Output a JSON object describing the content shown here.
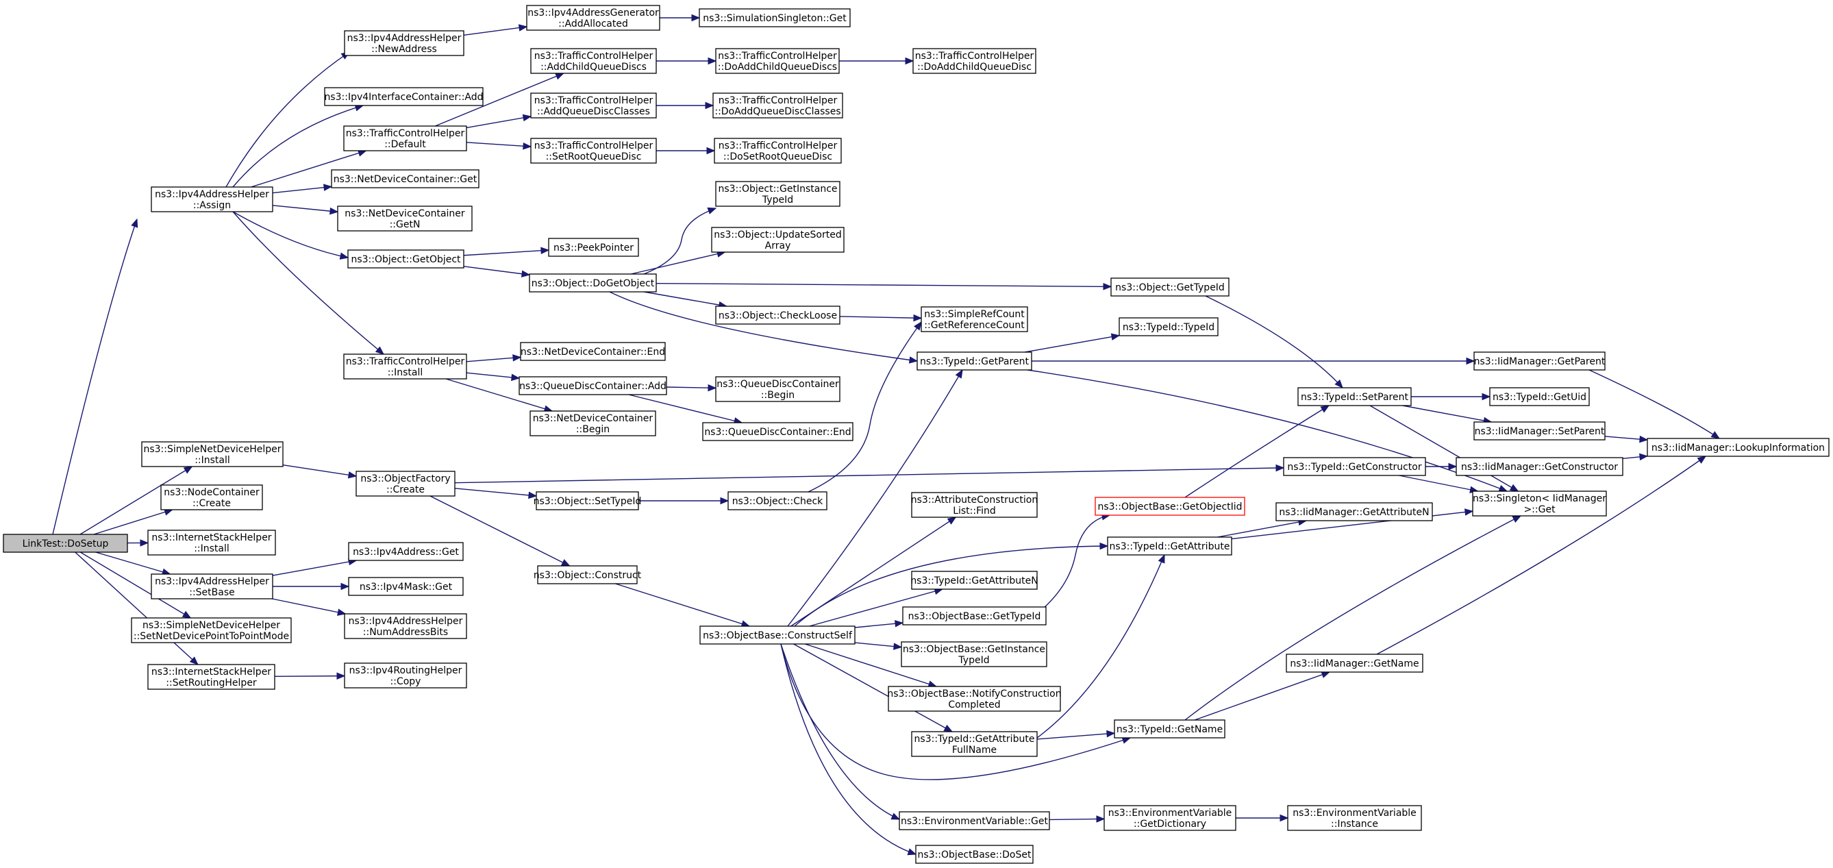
{
  "colors": {
    "edge": "#191970",
    "root_fill": "#bfbfbf",
    "node_fill": "#ffffff",
    "highlight_border": "#ff0000"
  },
  "nodes": [
    {
      "id": "root",
      "lines": [
        "LinkTest::DoSetup"
      ],
      "style": "root"
    },
    {
      "id": "simpleNetInstall",
      "lines": [
        "ns3::SimpleNetDeviceHelper",
        "::Install"
      ]
    },
    {
      "id": "nodeContCreate",
      "lines": [
        "ns3::NodeContainer",
        "::Create"
      ]
    },
    {
      "id": "inetInstall",
      "lines": [
        "ns3::InternetStackHelper",
        "::Install"
      ]
    },
    {
      "id": "ipv4SetBase",
      "lines": [
        "ns3::Ipv4AddressHelper",
        "::SetBase"
      ]
    },
    {
      "id": "setP2P",
      "lines": [
        "ns3::SimpleNetDeviceHelper",
        "::SetNetDevicePointToPointMode"
      ]
    },
    {
      "id": "setRouting",
      "lines": [
        "ns3::InternetStackHelper",
        "::SetRoutingHelper"
      ]
    },
    {
      "id": "ipv4Assign",
      "lines": [
        "ns3::Ipv4AddressHelper",
        "::Assign"
      ]
    },
    {
      "id": "newAddress",
      "lines": [
        "ns3::Ipv4AddressHelper",
        "::NewAddress"
      ]
    },
    {
      "id": "ifaceAdd",
      "lines": [
        "ns3::Ipv4InterfaceContainer::Add"
      ]
    },
    {
      "id": "tchDefault",
      "lines": [
        "ns3::TrafficControlHelper",
        "::Default"
      ]
    },
    {
      "id": "ndcGet",
      "lines": [
        "ns3::NetDeviceContainer::Get"
      ]
    },
    {
      "id": "ndcGetN",
      "lines": [
        "ns3::NetDeviceContainer",
        "::GetN"
      ]
    },
    {
      "id": "objGetObject",
      "lines": [
        "ns3::Object::GetObject"
      ]
    },
    {
      "id": "tchInstall",
      "lines": [
        "ns3::TrafficControlHelper",
        "::Install"
      ]
    },
    {
      "id": "addAllocated",
      "lines": [
        "ns3::Ipv4AddressGenerator",
        "::AddAllocated"
      ]
    },
    {
      "id": "simSingleton",
      "lines": [
        "ns3::SimulationSingleton::Get"
      ]
    },
    {
      "id": "addChildQD",
      "lines": [
        "ns3::TrafficControlHelper",
        "::AddChildQueueDiscs"
      ]
    },
    {
      "id": "doAddChildQDs",
      "lines": [
        "ns3::TrafficControlHelper",
        "::DoAddChildQueueDiscs"
      ]
    },
    {
      "id": "doAddChildQD",
      "lines": [
        "ns3::TrafficControlHelper",
        "::DoAddChildQueueDisc"
      ]
    },
    {
      "id": "addQDClasses",
      "lines": [
        "ns3::TrafficControlHelper",
        "::AddQueueDiscClasses"
      ]
    },
    {
      "id": "doAddQDClasses",
      "lines": [
        "ns3::TrafficControlHelper",
        "::DoAddQueueDiscClasses"
      ]
    },
    {
      "id": "setRootQD",
      "lines": [
        "ns3::TrafficControlHelper",
        "::SetRootQueueDisc"
      ]
    },
    {
      "id": "doSetRootQD",
      "lines": [
        "ns3::TrafficControlHelper",
        "::DoSetRootQueueDisc"
      ]
    },
    {
      "id": "peekPointer",
      "lines": [
        "ns3::PeekPointer"
      ]
    },
    {
      "id": "doGetObject",
      "lines": [
        "ns3::Object::DoGetObject"
      ]
    },
    {
      "id": "getInstanceTypeId",
      "lines": [
        "ns3::Object::GetInstance",
        "TypeId"
      ]
    },
    {
      "id": "updateSorted",
      "lines": [
        "ns3::Object::UpdateSorted",
        "Array"
      ]
    },
    {
      "id": "checkLoose",
      "lines": [
        "ns3::Object::CheckLoose"
      ]
    },
    {
      "id": "getRefCount",
      "lines": [
        "ns3::SimpleRefCount",
        "::GetReferenceCount"
      ]
    },
    {
      "id": "objGetTypeId",
      "lines": [
        "ns3::Object::GetTypeId"
      ]
    },
    {
      "id": "typeIdTypeId",
      "lines": [
        "ns3::TypeId::TypeId"
      ]
    },
    {
      "id": "typeIdGetParent",
      "lines": [
        "ns3::TypeId::GetParent"
      ]
    },
    {
      "id": "ndcEnd",
      "lines": [
        "ns3::NetDeviceContainer::End"
      ]
    },
    {
      "id": "qdcAdd",
      "lines": [
        "ns3::QueueDiscContainer::Add"
      ]
    },
    {
      "id": "ndcBegin",
      "lines": [
        "ns3::NetDeviceContainer",
        "::Begin"
      ]
    },
    {
      "id": "qdcBegin",
      "lines": [
        "ns3::QueueDiscContainer",
        "::Begin"
      ]
    },
    {
      "id": "qdcEnd",
      "lines": [
        "ns3::QueueDiscContainer::End"
      ]
    },
    {
      "id": "objFactoryCreate",
      "lines": [
        "ns3::ObjectFactory",
        "::Create"
      ]
    },
    {
      "id": "objSetTypeId",
      "lines": [
        "ns3::Object::SetTypeId"
      ]
    },
    {
      "id": "objCheck",
      "lines": [
        "ns3::Object::Check"
      ]
    },
    {
      "id": "objConstruct",
      "lines": [
        "ns3::Object::Construct"
      ]
    },
    {
      "id": "ipv4AddrGet",
      "lines": [
        "ns3::Ipv4Address::Get"
      ]
    },
    {
      "id": "ipv4MaskGet",
      "lines": [
        "ns3::Ipv4Mask::Get"
      ]
    },
    {
      "id": "numAddrBits",
      "lines": [
        "ns3::Ipv4AddressHelper",
        "::NumAddressBits"
      ]
    },
    {
      "id": "routingCopy",
      "lines": [
        "ns3::Ipv4RoutingHelper",
        "::Copy"
      ]
    },
    {
      "id": "constructSelf",
      "lines": [
        "ns3::ObjectBase::ConstructSelf"
      ]
    },
    {
      "id": "attrListFind",
      "lines": [
        "ns3::AttributeConstruction",
        "List::Find"
      ]
    },
    {
      "id": "getAttributeN",
      "lines": [
        "ns3::TypeId::GetAttributeN"
      ]
    },
    {
      "id": "obGetTypeId",
      "lines": [
        "ns3::ObjectBase::GetTypeId"
      ]
    },
    {
      "id": "obGetInstanceTypeId",
      "lines": [
        "ns3::ObjectBase::GetInstance",
        "TypeId"
      ]
    },
    {
      "id": "notifyConstruction",
      "lines": [
        "ns3::ObjectBase::NotifyConstruction",
        "Completed"
      ]
    },
    {
      "id": "getAttrFullName",
      "lines": [
        "ns3::TypeId::GetAttribute",
        "FullName"
      ]
    },
    {
      "id": "envGet",
      "lines": [
        "ns3::EnvironmentVariable::Get"
      ]
    },
    {
      "id": "obDoSet",
      "lines": [
        "ns3::ObjectBase::DoSet"
      ]
    },
    {
      "id": "getObjectIid",
      "lines": [
        "ns3::ObjectBase::GetObjectIid"
      ],
      "style": "highlight"
    },
    {
      "id": "tidGetAttribute",
      "lines": [
        "ns3::TypeId::GetAttribute"
      ]
    },
    {
      "id": "tidGetName",
      "lines": [
        "ns3::TypeId::GetName"
      ]
    },
    {
      "id": "envGetDict",
      "lines": [
        "ns3::EnvironmentVariable",
        "::GetDictionary"
      ]
    },
    {
      "id": "tidSetParent",
      "lines": [
        "ns3::TypeId::SetParent"
      ]
    },
    {
      "id": "tidGetConstructor",
      "lines": [
        "ns3::TypeId::GetConstructor"
      ]
    },
    {
      "id": "iidGetAttrN",
      "lines": [
        "ns3::IidManager::GetAttributeN"
      ]
    },
    {
      "id": "iidGetName",
      "lines": [
        "ns3::IidManager::GetName"
      ]
    },
    {
      "id": "envInstance",
      "lines": [
        "ns3::EnvironmentVariable",
        "::Instance"
      ]
    },
    {
      "id": "iidGetParent",
      "lines": [
        "ns3::IidManager::GetParent"
      ]
    },
    {
      "id": "tidGetUid",
      "lines": [
        "ns3::TypeId::GetUid"
      ]
    },
    {
      "id": "iidSetParent",
      "lines": [
        "ns3::IidManager::SetParent"
      ]
    },
    {
      "id": "iidGetConstructor",
      "lines": [
        "ns3::IidManager::GetConstructor"
      ]
    },
    {
      "id": "singletonGet",
      "lines": [
        "ns3::Singleton< IidManager",
        ">::Get"
      ]
    },
    {
      "id": "lookupInfo",
      "lines": [
        "ns3::IidManager::LookupInformation"
      ]
    }
  ],
  "edges": [
    [
      "root",
      "ipv4Assign"
    ],
    [
      "root",
      "simpleNetInstall"
    ],
    [
      "root",
      "nodeContCreate"
    ],
    [
      "root",
      "inetInstall"
    ],
    [
      "root",
      "ipv4SetBase"
    ],
    [
      "root",
      "setP2P"
    ],
    [
      "root",
      "setRouting"
    ],
    [
      "ipv4Assign",
      "newAddress"
    ],
    [
      "ipv4Assign",
      "ifaceAdd"
    ],
    [
      "ipv4Assign",
      "tchDefault"
    ],
    [
      "ipv4Assign",
      "ndcGet"
    ],
    [
      "ipv4Assign",
      "ndcGetN"
    ],
    [
      "ipv4Assign",
      "objGetObject"
    ],
    [
      "ipv4Assign",
      "tchInstall"
    ],
    [
      "newAddress",
      "addAllocated"
    ],
    [
      "addAllocated",
      "simSingleton"
    ],
    [
      "tchDefault",
      "addChildQD"
    ],
    [
      "tchDefault",
      "addQDClasses"
    ],
    [
      "tchDefault",
      "setRootQD"
    ],
    [
      "addChildQD",
      "doAddChildQDs"
    ],
    [
      "doAddChildQDs",
      "doAddChildQD"
    ],
    [
      "addQDClasses",
      "doAddQDClasses"
    ],
    [
      "setRootQD",
      "doSetRootQD"
    ],
    [
      "objGetObject",
      "peekPointer"
    ],
    [
      "objGetObject",
      "doGetObject"
    ],
    [
      "doGetObject",
      "getInstanceTypeId"
    ],
    [
      "doGetObject",
      "updateSorted"
    ],
    [
      "doGetObject",
      "checkLoose"
    ],
    [
      "doGetObject",
      "objGetTypeId"
    ],
    [
      "doGetObject",
      "typeIdGetParent"
    ],
    [
      "checkLoose",
      "getRefCount"
    ],
    [
      "tchInstall",
      "ndcEnd"
    ],
    [
      "tchInstall",
      "qdcAdd"
    ],
    [
      "tchInstall",
      "ndcBegin"
    ],
    [
      "qdcAdd",
      "qdcBegin"
    ],
    [
      "qdcAdd",
      "qdcEnd"
    ],
    [
      "simpleNetInstall",
      "objFactoryCreate"
    ],
    [
      "objFactoryCreate",
      "objSetTypeId"
    ],
    [
      "objFactoryCreate",
      "objConstruct"
    ],
    [
      "objFactoryCreate",
      "tidGetConstructor"
    ],
    [
      "objSetTypeId",
      "objCheck"
    ],
    [
      "objCheck",
      "getRefCount"
    ],
    [
      "objConstruct",
      "constructSelf"
    ],
    [
      "ipv4SetBase",
      "ipv4AddrGet"
    ],
    [
      "ipv4SetBase",
      "ipv4MaskGet"
    ],
    [
      "ipv4SetBase",
      "numAddrBits"
    ],
    [
      "setRouting",
      "routingCopy"
    ],
    [
      "constructSelf",
      "typeIdGetParent"
    ],
    [
      "constructSelf",
      "attrListFind"
    ],
    [
      "constructSelf",
      "tidGetAttribute"
    ],
    [
      "constructSelf",
      "getAttributeN"
    ],
    [
      "constructSelf",
      "obGetTypeId"
    ],
    [
      "constructSelf",
      "obGetInstanceTypeId"
    ],
    [
      "constructSelf",
      "notifyConstruction"
    ],
    [
      "constructSelf",
      "getAttrFullName"
    ],
    [
      "constructSelf",
      "tidGetName"
    ],
    [
      "constructSelf",
      "envGet"
    ],
    [
      "constructSelf",
      "obDoSet"
    ],
    [
      "obGetTypeId",
      "getObjectIid"
    ],
    [
      "getObjectIid",
      "tidSetParent"
    ],
    [
      "getAttrFullName",
      "tidGetAttribute"
    ],
    [
      "getAttrFullName",
      "tidGetName"
    ],
    [
      "tidGetAttribute",
      "iidGetAttrN"
    ],
    [
      "tidGetAttribute",
      "singletonGet"
    ],
    [
      "tidGetName",
      "singletonGet"
    ],
    [
      "tidGetName",
      "iidGetName"
    ],
    [
      "envGet",
      "envGetDict"
    ],
    [
      "envGetDict",
      "envInstance"
    ],
    [
      "typeIdGetParent",
      "typeIdTypeId"
    ],
    [
      "typeIdGetParent",
      "iidGetParent"
    ],
    [
      "typeIdGetParent",
      "singletonGet"
    ],
    [
      "objGetTypeId",
      "tidSetParent"
    ],
    [
      "tidSetParent",
      "tidGetUid"
    ],
    [
      "tidSetParent",
      "iidSetParent"
    ],
    [
      "tidSetParent",
      "singletonGet"
    ],
    [
      "tidGetConstructor",
      "iidGetConstructor"
    ],
    [
      "tidGetConstructor",
      "singletonGet"
    ],
    [
      "iidGetParent",
      "lookupInfo"
    ],
    [
      "iidSetParent",
      "lookupInfo"
    ],
    [
      "iidGetConstructor",
      "lookupInfo"
    ],
    [
      "iidGetName",
      "lookupInfo"
    ]
  ]
}
